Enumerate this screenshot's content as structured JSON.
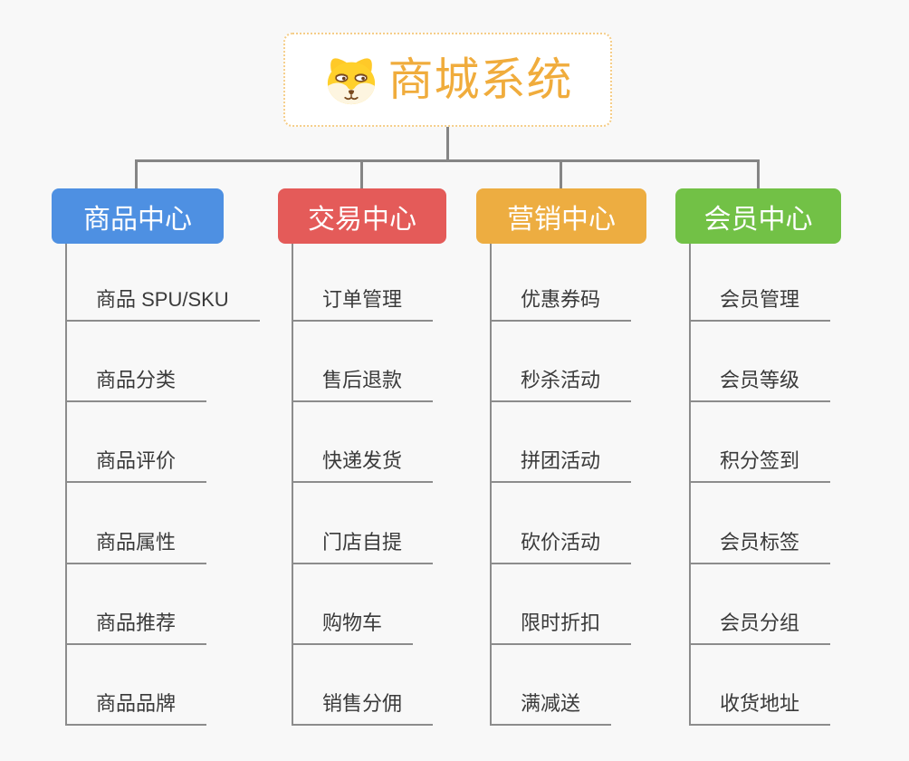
{
  "root": {
    "title": "商城系统",
    "icon": "dog-face-icon",
    "text_color": "#f0ac3c",
    "border_color": "#f5cd88"
  },
  "colors": {
    "background": "#f8f8f8",
    "connector": "#858585",
    "leaf_underline": "#8c8c8c",
    "leaf_text": "#3a3a3a",
    "branch_text": "#ffffff"
  },
  "branches": [
    {
      "label": "商品中心",
      "color": "#4e90e2",
      "children": [
        "商品 SPU/SKU",
        "商品分类",
        "商品评价",
        "商品属性",
        "商品推荐",
        "商品品牌"
      ]
    },
    {
      "label": "交易中心",
      "color": "#e45b59",
      "children": [
        "订单管理",
        "售后退款",
        "快递发货",
        "门店自提",
        "购物车",
        "销售分佣"
      ]
    },
    {
      "label": "营销中心",
      "color": "#edad41",
      "children": [
        "优惠券码",
        "秒杀活动",
        "拼团活动",
        "砍价活动",
        "限时折扣",
        "满减送"
      ]
    },
    {
      "label": "会员中心",
      "color": "#72c146",
      "children": [
        "会员管理",
        "会员等级",
        "积分签到",
        "会员标签",
        "会员分组",
        "收货地址"
      ]
    }
  ]
}
